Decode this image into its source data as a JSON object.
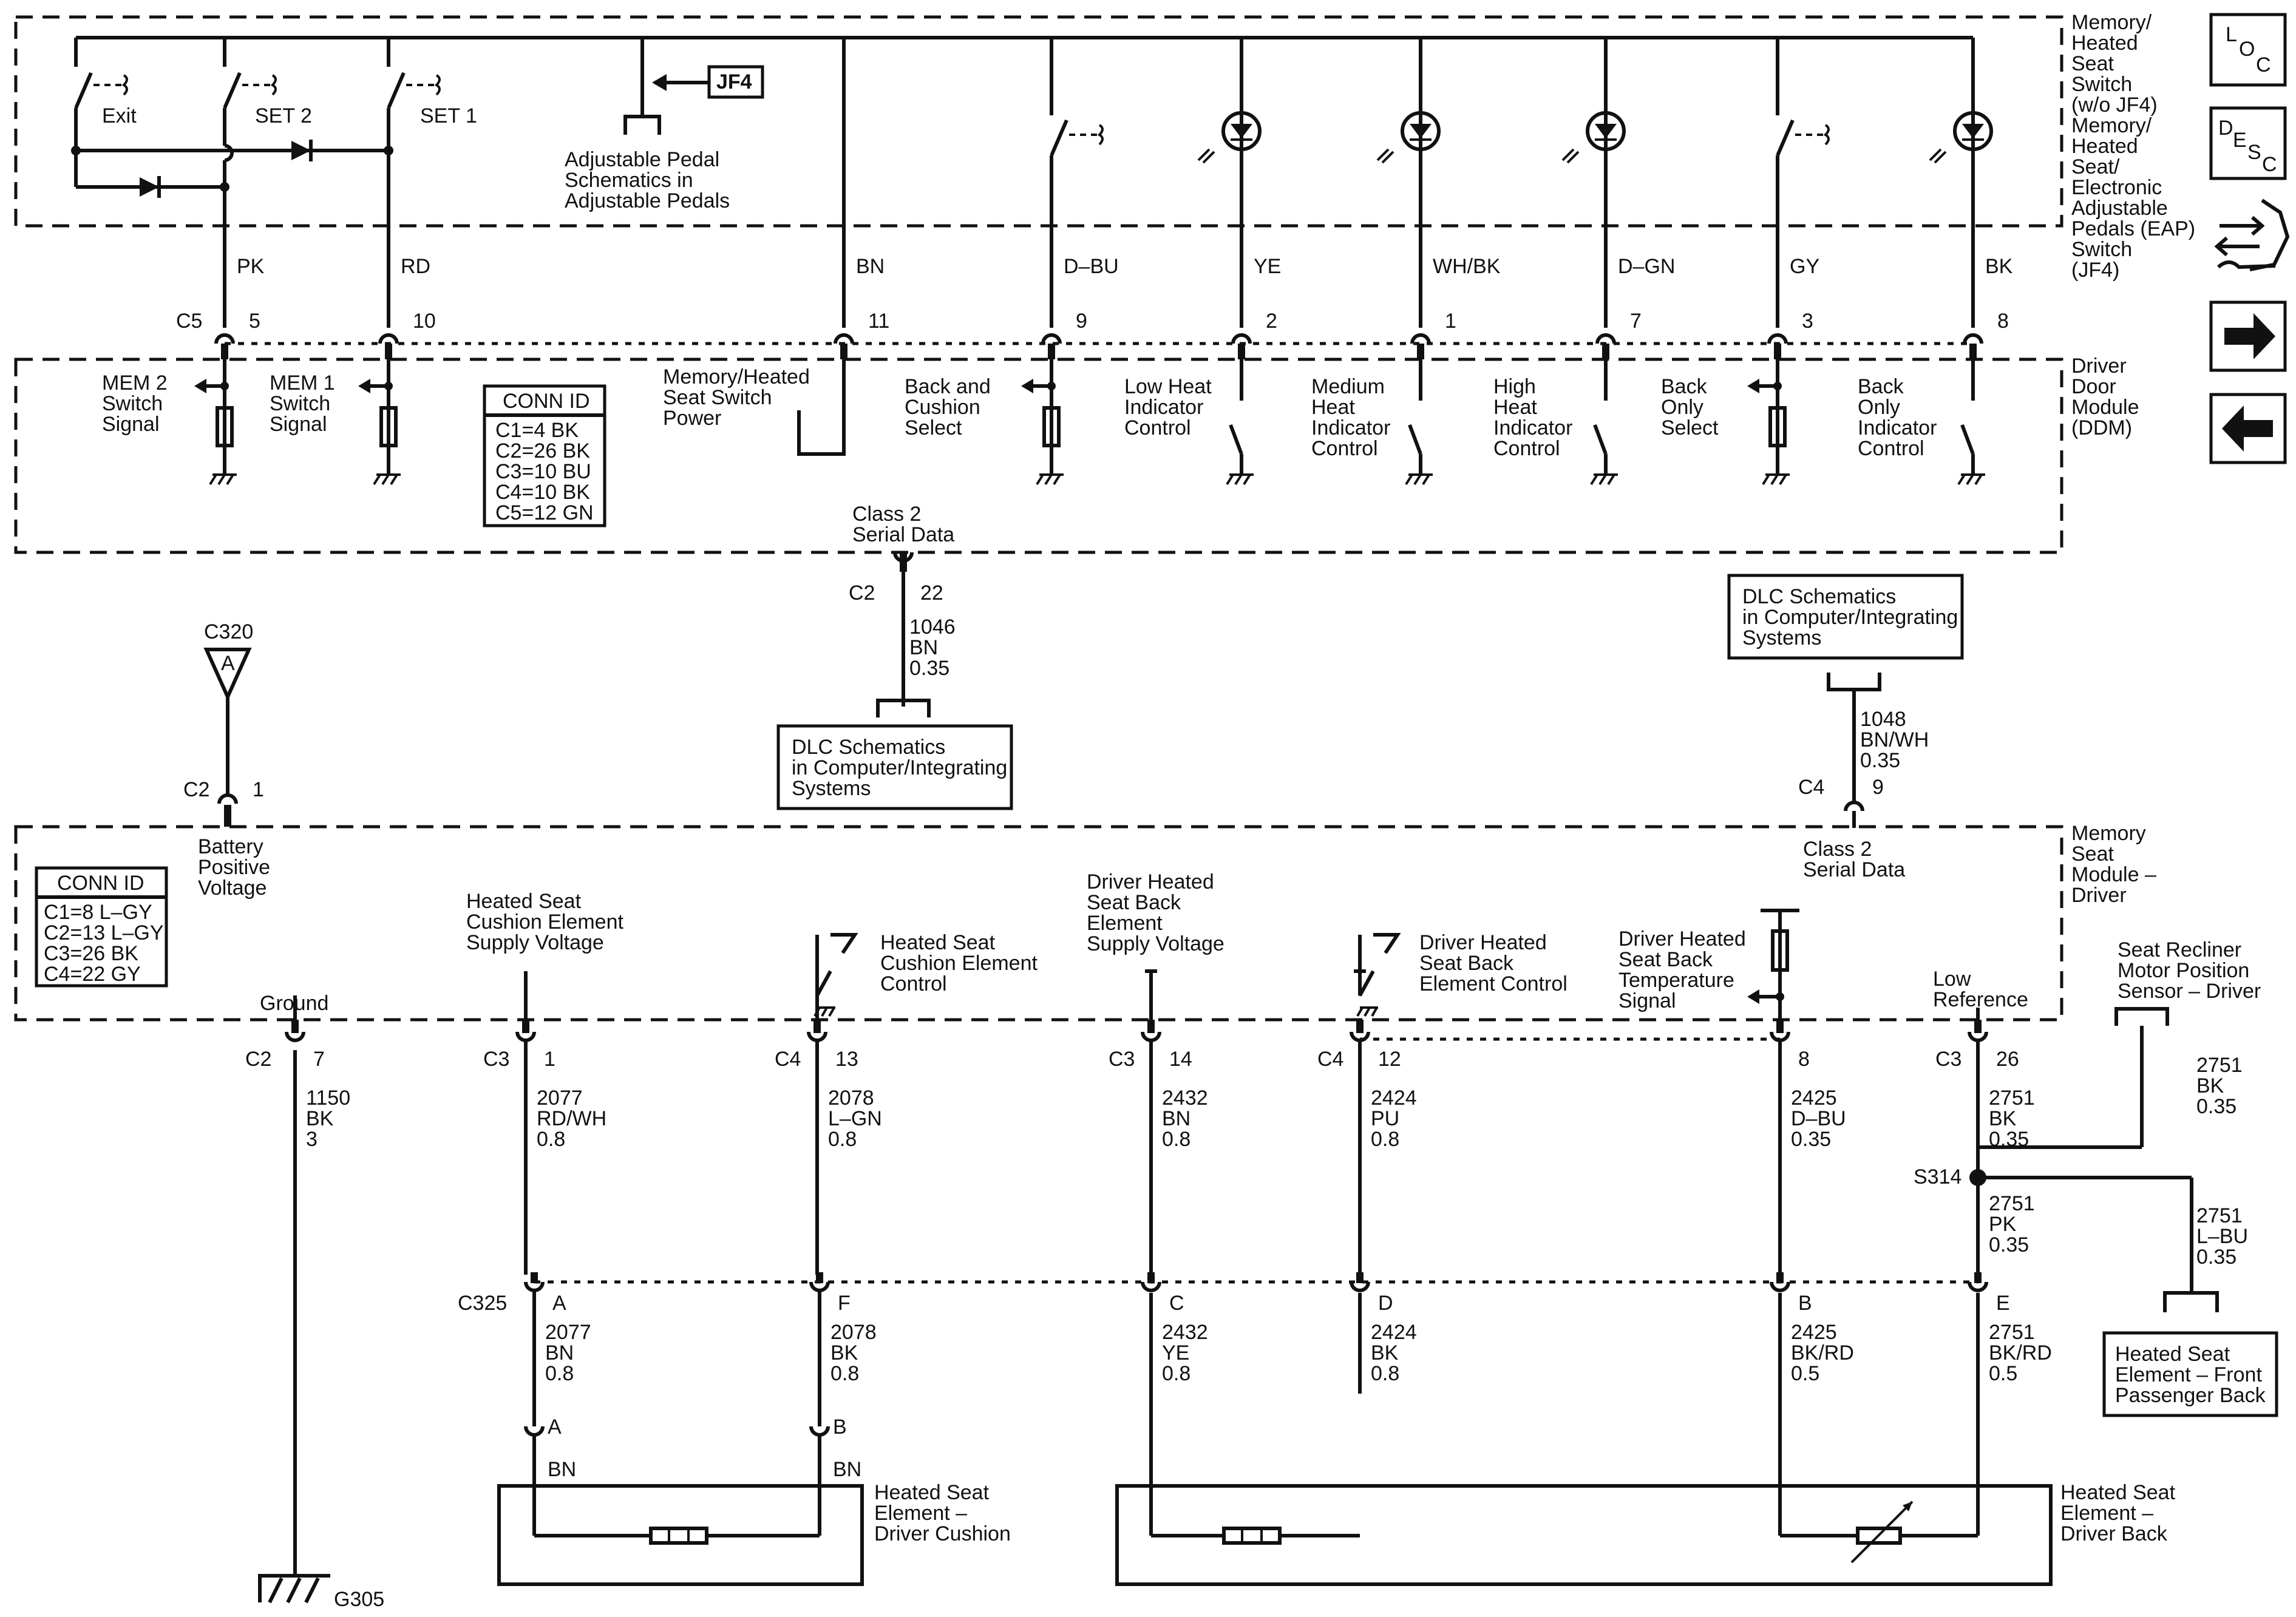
{
  "modules": {
    "switch": "Memory/\nHeated\nSeat\nSwitch\n(w/o JF4)\nMemory/\nHeated\nSeat/\nElectronic\nAdjustable\nPedals (EAP)\nSwitch\n(JF4)",
    "ddm": "Driver\nDoor\nModule\n(DDM)",
    "msm": "Memory\nSeat\nModule –\nDriver"
  },
  "switch_panel": {
    "exit": "Exit",
    "set2": "SET 2",
    "set1": "SET 1",
    "jf4": "JF4",
    "adj_pedal": "Adjustable Pedal\nSchematics in\nAdjustable Pedals"
  },
  "c5": {
    "connector": "C5",
    "pins": [
      {
        "color": "PK",
        "pin": "5"
      },
      {
        "color": "RD",
        "pin": "10"
      },
      {
        "color": "BN",
        "pin": "11"
      },
      {
        "color": "D–BU",
        "pin": "9"
      },
      {
        "color": "YE",
        "pin": "2"
      },
      {
        "color": "WH/BK",
        "pin": "1"
      },
      {
        "color": "D–GN",
        "pin": "7"
      },
      {
        "color": "GY",
        "pin": "3"
      },
      {
        "color": "BK",
        "pin": "8"
      }
    ]
  },
  "ddm_labels": {
    "mem2": "MEM 2\nSwitch\nSignal",
    "mem1": "MEM 1\nSwitch\nSignal",
    "power": "Memory/Heated\nSeat Switch\nPower",
    "back_cushion": "Back and\nCushion\nSelect",
    "low_heat": "Low Heat\nIndicator\nControl",
    "med_heat": "Medium\nHeat\nIndicator\nControl",
    "high_heat": "High\nHeat\nIndicator\nControl",
    "back_only": "Back\nOnly\nSelect",
    "back_only_ind": "Back\nOnly\nIndicator\nControl",
    "class2": "Class 2\nSerial Data"
  },
  "ddm_conn_id": {
    "title": "CONN ID",
    "rows": [
      "C1=4 BK",
      "C2=26 BK",
      "C3=10 BU",
      "C4=10 BK",
      "C5=12 GN"
    ]
  },
  "ddm_serial": {
    "connector": "C2",
    "pin": "22",
    "wire": "1046\nBN\n0.35"
  },
  "dlc_box_left": "DLC Schematics\nin Computer/Integrating\nSystems",
  "dlc_box_right": "DLC Schematics\nin Computer/Integrating\nSystems",
  "msm_serial": {
    "wire": "1048\nBN/WH\n0.35",
    "connector": "C4",
    "pin": "9",
    "label": "Class 2\nSerial Data"
  },
  "battery": {
    "splice": "C320",
    "letter": "A",
    "connector": "C2",
    "pin": "1",
    "label": "Battery\nPositive\nVoltage"
  },
  "msm_conn_id": {
    "title": "CONN ID",
    "rows": [
      "C1=8 L–GY",
      "C2=13 L–GY",
      "C3=26 BK",
      "C4=22 GY"
    ]
  },
  "msm_labels": {
    "ground": "Ground",
    "cushion_supply": "Heated Seat\nCushion Element\nSupply Voltage",
    "cushion_control": "Heated Seat\nCushion Element\nControl",
    "back_supply": "Driver Heated\nSeat Back\nElement\nSupply Voltage",
    "back_control": "Driver Heated\nSeat Back\nElement Control",
    "temp_signal": "Driver Heated\nSeat Back\nTemperature\nSignal",
    "low_ref": "Low\nReference"
  },
  "msm_pins": [
    {
      "connector": "C2",
      "pin": "7",
      "wire": "1150\nBK\n3"
    },
    {
      "connector": "C3",
      "pin": "1",
      "wire": "2077\nRD/WH\n0.8"
    },
    {
      "connector": "C4",
      "pin": "13",
      "wire": "2078\nL–GN\n0.8"
    },
    {
      "connector": "C3",
      "pin": "14",
      "wire": "2432\nBN\n0.8"
    },
    {
      "connector": "C4",
      "pin": "12",
      "wire": "2424\nPU\n0.8"
    },
    {
      "connector": "",
      "pin": "8",
      "wire": "2425\nD–BU\n0.35"
    },
    {
      "connector": "C3",
      "pin": "26",
      "wire": "2751\nBK\n0.35"
    }
  ],
  "recliner": {
    "label": "Seat Recliner\nMotor Position\nSensor – Driver",
    "wire": "2751\nBK\n0.35"
  },
  "splice": {
    "name": "S314",
    "wire_down": "2751\nPK\n0.35",
    "wire_right": "2751\nL–BU\n0.35"
  },
  "passenger_box": "Heated Seat\nElement – Front\nPassenger Back",
  "c325": {
    "connector": "C325",
    "pins": [
      "A",
      "F",
      "C",
      "D",
      "B",
      "E"
    ],
    "wires": [
      "2077\nBN\n0.8",
      "2078\nBK\n0.8",
      "2432\nYE\n0.8",
      "2424\nBK\n0.8",
      "2425\nBK/RD\n0.5",
      "2751\nBK/RD\n0.5"
    ]
  },
  "cushion_element": {
    "pin_a": "A",
    "pin_b": "B",
    "wire_a": "BN",
    "wire_b": "BN",
    "label": "Heated Seat\nElement –\nDriver Cushion"
  },
  "back_element": {
    "label": "Heated Seat\nElement –\nDriver Back"
  },
  "ground_point": "G305",
  "nav": {
    "loc": "LOC",
    "desc": "DESC"
  }
}
